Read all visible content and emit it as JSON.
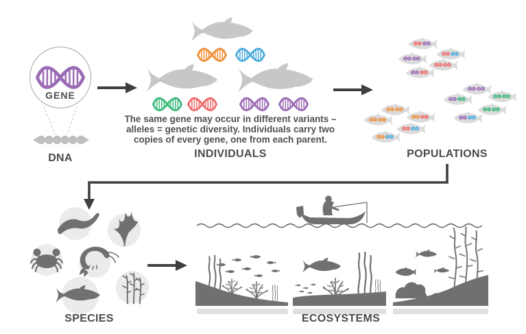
{
  "diagram": {
    "gene_label": "GENE",
    "dna_label": "DNA",
    "individuals_label": "INDIVIDUALS",
    "populations_label": "POPULATIONS",
    "species_label": "SPECIES",
    "ecosystems_label": "ECOSYSTEMS",
    "caption_line1": "The same gene may occur in different variants –",
    "caption_line2": "alleles = genetic diversity. Individuals carry two",
    "caption_line3": "copies of every gene, one from each parent."
  },
  "colors": {
    "purple": "#9B6BB4",
    "orange": "#F0913C",
    "blue": "#4EACDE",
    "green": "#3BBA7C",
    "red": "#F16B6B",
    "fish_gray": "#C7C7C9",
    "small_fish_gray": "#DBDBDC",
    "silhouette_gray": "#6F7072",
    "light_circle": "#EBEBEC",
    "arrow": "#3F3F41",
    "text": "#4A4A4C",
    "caption_text": "#4F4F51",
    "ground_shadow": "#E0E0E1",
    "water_line": "#5A5A5C",
    "bead_gray": "#BFBFC1",
    "dash_gray": "#C6C6C8",
    "circle_border": "#A3A3A5",
    "background": "#FFFFFF"
  },
  "individuals": {
    "fish": [
      {
        "alleles": [
          "orange",
          "blue"
        ]
      },
      {
        "alleles": [
          "green",
          "red"
        ]
      },
      {
        "alleles": [
          "purple",
          "purple"
        ]
      }
    ]
  },
  "populations": {
    "groups": [
      {
        "fish": [
          [
            "red",
            "purple"
          ],
          [
            "purple",
            "purple"
          ],
          [
            "red",
            "blue"
          ],
          [
            "red",
            "red"
          ],
          [
            "purple",
            "red"
          ]
        ]
      },
      {
        "fish": [
          [
            "orange",
            "orange"
          ],
          [
            "orange",
            "orange"
          ],
          [
            "orange",
            "red"
          ],
          [
            "red",
            "blue"
          ],
          [
            "orange",
            "blue"
          ]
        ]
      },
      {
        "fish": [
          [
            "purple",
            "purple"
          ],
          [
            "purple",
            "green"
          ],
          [
            "green",
            "green"
          ],
          [
            "green",
            "green"
          ],
          [
            "purple",
            "blue"
          ]
        ]
      }
    ]
  },
  "species": {
    "organisms": [
      "eel",
      "seaweed",
      "crab",
      "shrimp",
      "water-plant",
      "trout"
    ]
  },
  "ecosystems": {
    "elements": [
      "water-surface",
      "fisherman-boat",
      "seabed-fish-school",
      "seabed-trout",
      "seabed-kelp-rocks"
    ]
  }
}
